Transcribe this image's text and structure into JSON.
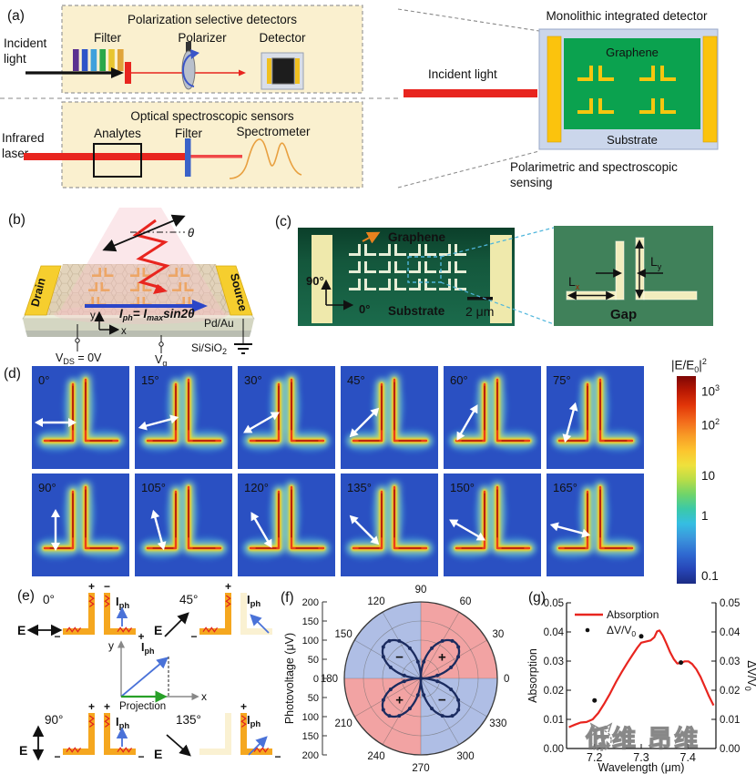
{
  "panels": {
    "a": {
      "label": "(a)",
      "left_top": {
        "title": "Polarization selective detectors",
        "incident_line1": "Incident",
        "incident_line2": "light",
        "filter": "Filter",
        "polarizer": "Polarizer",
        "detector": "Detector",
        "filter_bar_colors": [
          "#5b3190",
          "#2e54c8",
          "#3fa0dc",
          "#2aa84a",
          "#e8c530",
          "#e0a43a"
        ]
      },
      "left_bottom": {
        "title": "Optical spectroscopic sensors",
        "infrared_line1": "Infrared",
        "infrared_line2": "laser",
        "analytes": "Analytes",
        "filter": "Filter",
        "spectrometer": "Spectrometer"
      },
      "right": {
        "title": "Monolithic integrated detector",
        "incident_light": "Incident light",
        "graphene": "Graphene",
        "substrate": "Substrate",
        "caption_line1": "Polarimetric and spectroscopic",
        "caption_line2": "sensing"
      }
    },
    "b": {
      "label": "(b)",
      "drain": "Drain",
      "source": "Source",
      "theta": "θ",
      "formula": {
        "i": "I",
        "ph": "ph",
        "eq": "= I",
        "max": "max",
        "rest": "sin2θ"
      },
      "axis_y": "y",
      "axis_x": "x",
      "pdau": "Pd/Au",
      "substrate": {
        "base": "Si/SiO",
        "sub": "2"
      },
      "vds": {
        "v": "V",
        "sub": "DS",
        "rest": " = 0V"
      },
      "vg": {
        "v": "V",
        "sub": "g"
      }
    },
    "c": {
      "label": "(c)",
      "graphene": "Graphene",
      "deg90": "90°",
      "deg0": "0°",
      "substrate": "Substrate",
      "scalebar": "2 μm",
      "lx": {
        "base": "L",
        "sub": "x"
      },
      "ly": {
        "base": "L",
        "sub": "y"
      },
      "gap": "Gap"
    },
    "d": {
      "label": "(d)",
      "maps": [
        "0°",
        "15°",
        "30°",
        "45°",
        "60°",
        "75°",
        "90°",
        "105°",
        "120°",
        "135°",
        "150°",
        "165°"
      ],
      "colorbar": {
        "title": {
          "p1": "|E/E",
          "sub": "0",
          "p2": "|",
          "sup": "2"
        },
        "ticks": [
          {
            "t": "10",
            "s": "3",
            "pct": 7.5
          },
          {
            "t": "10",
            "s": "2",
            "pct": 23.7
          },
          {
            "t": "10",
            "s": "",
            "pct": 48.7
          },
          {
            "t": "1",
            "s": "",
            "pct": 68
          },
          {
            "t": "0.1",
            "s": "",
            "pct": 97
          }
        ]
      }
    },
    "e": {
      "label": "(e)",
      "angles": [
        "0°",
        "45°",
        "90°",
        "135°"
      ],
      "e_label": "E",
      "iph": {
        "base": "I",
        "sub": "ph"
      },
      "plus": "+",
      "minus": "−",
      "axis_y": "y",
      "axis_x": "x",
      "projection": "Projection"
    },
    "f": {
      "label": "(f)"
    },
    "g": {
      "label": "(g)"
    }
  },
  "chart_data": [
    {
      "id": "photovoltage_polar",
      "type": "polar-line",
      "radial_axis_label": "Photovoltage (μV)",
      "radial_ticks": [
        "200",
        "150",
        "100",
        "50",
        "0",
        "50",
        "100",
        "150",
        "200"
      ],
      "angle_ticks_deg": [
        0,
        30,
        60,
        90,
        120,
        150,
        180,
        210,
        240,
        270,
        300,
        330
      ],
      "r_max_uV": 200,
      "lobe_peak_uV": 130,
      "model": "r = 130·|sin(2θ)| four-lobe pattern",
      "data_points_deg_uV": [
        [
          0,
          0
        ],
        [
          10,
          44
        ],
        [
          20,
          84
        ],
        [
          30,
          113
        ],
        [
          40,
          128
        ],
        [
          50,
          128
        ],
        [
          60,
          113
        ],
        [
          70,
          84
        ],
        [
          80,
          44
        ],
        [
          90,
          0
        ],
        [
          100,
          44
        ],
        [
          110,
          84
        ],
        [
          120,
          113
        ],
        [
          130,
          128
        ],
        [
          140,
          128
        ],
        [
          150,
          113
        ],
        [
          160,
          84
        ],
        [
          170,
          44
        ],
        [
          180,
          0
        ],
        [
          190,
          44
        ],
        [
          200,
          84
        ],
        [
          210,
          113
        ],
        [
          220,
          128
        ],
        [
          230,
          128
        ],
        [
          240,
          113
        ],
        [
          250,
          84
        ],
        [
          260,
          44
        ],
        [
          270,
          0
        ],
        [
          280,
          44
        ],
        [
          290,
          84
        ],
        [
          300,
          113
        ],
        [
          310,
          128
        ],
        [
          320,
          128
        ],
        [
          330,
          113
        ],
        [
          340,
          84
        ],
        [
          350,
          44
        ]
      ],
      "signs": [
        {
          "label": "+",
          "angle_deg": 45,
          "color": "#E02020"
        },
        {
          "label": "−",
          "angle_deg": 135,
          "color": "#3A5CC8"
        },
        {
          "label": "+",
          "angle_deg": 225,
          "color": "#E02020"
        },
        {
          "label": "−",
          "angle_deg": 315,
          "color": "#3A5CC8"
        }
      ],
      "quadrant_fill_positive": "#F2A3A3",
      "quadrant_fill_negative": "#AFBEE5",
      "curve_color": "#1B2B5F"
    },
    {
      "id": "absorption_spectrum",
      "type": "line",
      "xlabel": "Wavelength (μm)",
      "ylabel_left": "Absorption",
      "ylabel_right": {
        "base": "ΔV/V",
        "sub": "0"
      },
      "xlim": [
        7.14,
        7.46
      ],
      "ylim": [
        0,
        0.05
      ],
      "x_ticks": [
        "7.2",
        "7.3",
        "7.4"
      ],
      "y_ticks": [
        "0.00",
        "0.01",
        "0.02",
        "0.03",
        "0.04",
        "0.05"
      ],
      "legend": {
        "absorption": "Absorption",
        "dv": {
          "base": "ΔV/V",
          "sub": "0"
        }
      },
      "series": [
        {
          "name": "Absorption",
          "type": "line",
          "color": "#E8251F",
          "points": [
            [
              7.145,
              0.0073
            ],
            [
              7.158,
              0.0082
            ],
            [
              7.17,
              0.0089
            ],
            [
              7.183,
              0.0091
            ],
            [
              7.196,
              0.01
            ],
            [
              7.208,
              0.0122
            ],
            [
              7.22,
              0.0152
            ],
            [
              7.233,
              0.0188
            ],
            [
              7.246,
              0.0228
            ],
            [
              7.258,
              0.0262
            ],
            [
              7.27,
              0.0293
            ],
            [
              7.282,
              0.0323
            ],
            [
              7.292,
              0.0347
            ],
            [
              7.3,
              0.0363
            ],
            [
              7.31,
              0.0367
            ],
            [
              7.32,
              0.0371
            ],
            [
              7.328,
              0.0382
            ],
            [
              7.334,
              0.0402
            ],
            [
              7.339,
              0.0405
            ],
            [
              7.346,
              0.0388
            ],
            [
              7.354,
              0.036
            ],
            [
              7.362,
              0.033
            ],
            [
              7.37,
              0.0306
            ],
            [
              7.377,
              0.0292
            ],
            [
              7.385,
              0.0293
            ],
            [
              7.393,
              0.0299
            ],
            [
              7.401,
              0.0299
            ],
            [
              7.409,
              0.029
            ],
            [
              7.418,
              0.0272
            ],
            [
              7.427,
              0.0246
            ],
            [
              7.436,
              0.0213
            ],
            [
              7.445,
              0.018
            ],
            [
              7.455,
              0.0148
            ]
          ]
        },
        {
          "name": "ΔV/V0",
          "type": "scatter",
          "color": "#111111",
          "points": [
            [
              7.2,
              0.0165
            ],
            [
              7.3,
              0.0385
            ],
            [
              7.385,
              0.0295
            ]
          ]
        }
      ]
    }
  ],
  "watermark": {
    "text": "低维 昂维"
  },
  "colors": {
    "laser_red": "#E8251F",
    "gold_electrode": "#F6C60F",
    "graphene_green": "#0BA24F",
    "field_map_blue": "#2A50C2",
    "antenna_orange": "#F5A71F",
    "iph_blue": "#4A72D8"
  }
}
